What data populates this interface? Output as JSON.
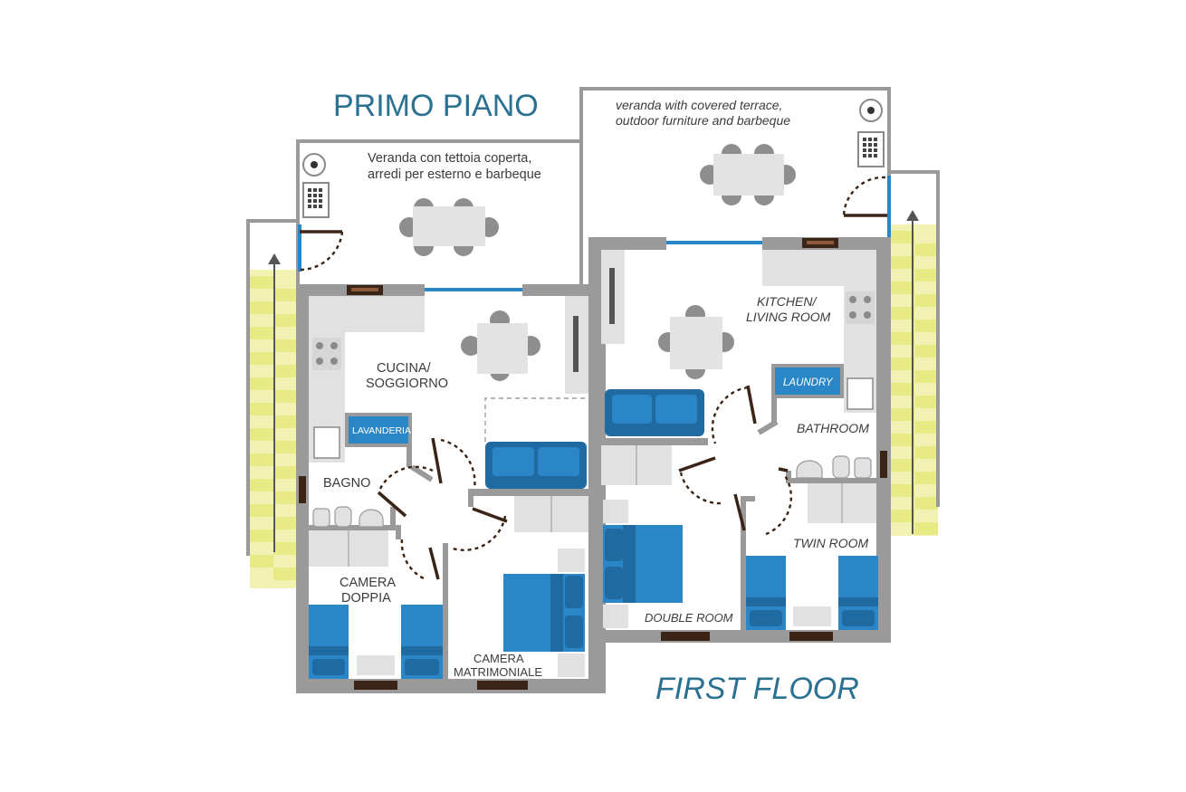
{
  "headings": {
    "italian": "PRIMO PIANO",
    "english": "FIRST FLOOR"
  },
  "italian_plan": {
    "veranda_line1": "Veranda con tettoia coperta,",
    "veranda_line2": "arredi per esterno e barbeque",
    "kitchen_line1": "CUCINA/",
    "kitchen_line2": "SOGGIORNO",
    "laundry": "LAVANDERIA",
    "bathroom": "BAGNO",
    "twin_line1": "CAMERA",
    "twin_line2": "DOPPIA",
    "double_line1": "CAMERA",
    "double_line2": "MATRIMONIALE"
  },
  "english_plan": {
    "veranda_line1": "veranda with covered terrace,",
    "veranda_line2": "outdoor furniture and barbeque",
    "kitchen_line1": "KITCHEN/",
    "kitchen_line2": "LIVING ROOM",
    "laundry": "LAUNDRY",
    "bathroom": "BATHROOM",
    "twin": "TWIN ROOM",
    "double": "DOUBLE ROOM"
  },
  "colors": {
    "wall": "#9a9a9a",
    "furniture_blue": "#2a86c7",
    "heading_blue": "#2b7192",
    "stairs_yellow": "#f1f2b4",
    "door_brown": "#3a2418"
  },
  "icons": {
    "stairs_arrow": "up-arrow-icon",
    "grill": "grill-icon",
    "stove": "stove-icon"
  }
}
